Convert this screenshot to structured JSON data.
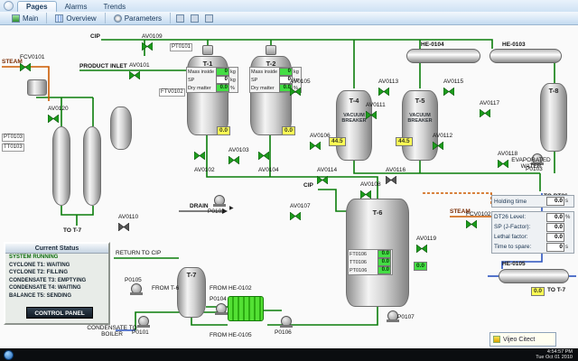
{
  "ribbon": {
    "tabs": [
      "Pages",
      "Alarms",
      "Trends"
    ],
    "buttons": [
      "Main",
      "Overview",
      "Parameters"
    ]
  },
  "icons": {
    "arrow_right": "▶"
  },
  "colors": {
    "pipe_green": "#0b7d0b",
    "pipe_orange": "#cc5a00",
    "pipe_blue": "#2a52be",
    "value_green": "#44dd44",
    "value_yellow": "#ffff55"
  },
  "mimic": {
    "tanks": {
      "t1": "T-1",
      "t2": "T-2",
      "t4": "T-4",
      "t5": "T-5",
      "t6": "T-6",
      "t7": "T-7",
      "t8": "T-8"
    },
    "exchangers": {
      "he0104": "HE-0104",
      "he0103": "HE-0103",
      "he0105": "HE-0105"
    },
    "valves": {
      "fcv0101": "FCV0101",
      "fcv0102": "FCV0102",
      "av0101": "AV0101",
      "av0102": "AV0102",
      "av0103": "AV0103",
      "av0104": "AV0104",
      "av0105": "AV0105",
      "av0106": "AV0106",
      "av0107": "AV0107",
      "av0108": "AV0108",
      "av0109": "AV0109",
      "av0110": "AV0110",
      "av0111": "AV0111",
      "av0112": "AV0112",
      "av0113": "AV0113",
      "av0114": "AV0114",
      "av0115": "AV0115",
      "av0116": "AV0116",
      "av0117": "AV0117",
      "av0118": "AV0118",
      "av0119": "AV0119",
      "av0120": "AV0120"
    },
    "pumps": {
      "p0101": "P0101",
      "p0102": "P0102",
      "p0103": "P0103",
      "p0104": "P0104",
      "p0105": "P0105",
      "p0106": "P0106",
      "p0107": "P0107"
    },
    "instruments": {
      "ftv0102": "FTV0102",
      "pt0101": "PT0101",
      "pt0103": "PT0103",
      "tt0103": "TT0103",
      "ft0106": "FT0106",
      "tt0106": "TT0106",
      "pt0106": "PT0106"
    },
    "labels": {
      "cip_top": "CIP",
      "cip_mid": "CIP",
      "steam_left": "STEAM",
      "steam_right": "STEAM",
      "product_inlet": "PRODUCT INLET",
      "drain": "DRAIN",
      "return_to_cip": "RETURN TO CIP",
      "from_t6": "FROM T-6",
      "from_he0102": "FROM HE-0102",
      "from_he0105": "FROM HE-0105",
      "condensate_to_boiler": "CONDENSATE TO BOILER",
      "vacuum_breaker": "VACUUM BREAKER",
      "evaporated_water": "EVAPORATED WATER",
      "to_dt26": "TO DT26",
      "to_t7_left": "TO T-7",
      "to_t7_right": "TO T-7"
    },
    "tank_display": {
      "mass_inside": "Mass inside",
      "sp": "SP",
      "kg": "kg",
      "dry_matter": "Dry matter",
      "pct": "%"
    },
    "values": {
      "t1_mass": "0",
      "t1_sp": "0",
      "t1_dm": "0.0",
      "t2_mass": "0",
      "t2_sp": "0",
      "t2_dm": "0.0",
      "t1_level": "0.0",
      "t2_level": "0.0",
      "t4_level": "44.5",
      "t5_level": "44.5",
      "t6_ft": "0.0",
      "t6_tt": "0.0",
      "t6_pt": "0.0",
      "t6_aux": "0.0",
      "he0105_val": "0.0"
    }
  },
  "right_panel": {
    "holding_label": "Holding time",
    "holding_value": "0.0",
    "holding_unit": "s",
    "rows": [
      {
        "label": "DT26 Level:",
        "value": "0.0",
        "unit": "%"
      },
      {
        "label": "SP (J-Factor):",
        "value": "0.0",
        "unit": ""
      },
      {
        "label": "Lethal factor:",
        "value": "0.0",
        "unit": ""
      },
      {
        "label": "Time to spare:",
        "value": "0",
        "unit": "s"
      }
    ]
  },
  "status_panel": {
    "title": "Current Status",
    "lines": [
      "SYSTEM RUNNING",
      "CYCLONE T1: WAITING",
      "CYCLONE T2: FILLING",
      "CONDENSATE T3: EMPTYING",
      "CONDENSATE T4: WAITING",
      "BALANCE T5: SENDING"
    ],
    "button": "CONTROL PANEL"
  },
  "overlay": {
    "title": "Vijeo Citect"
  },
  "taskbar": {
    "time": "4:54:57 PM",
    "date": "Tue Oct 01 2010"
  }
}
